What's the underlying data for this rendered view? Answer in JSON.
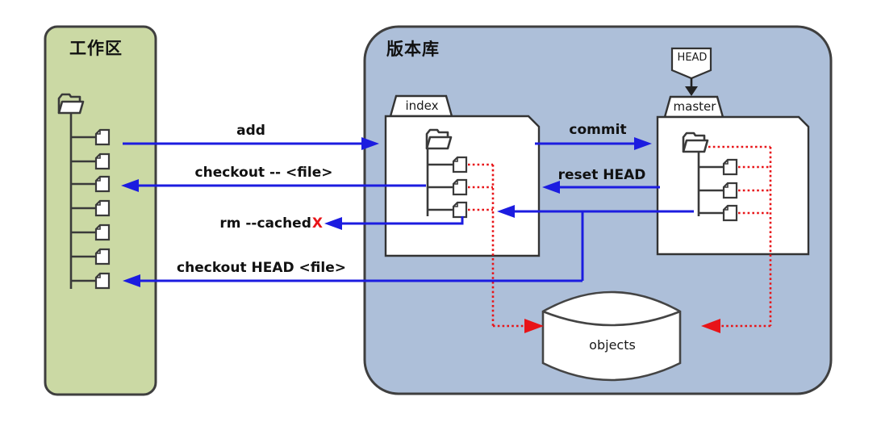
{
  "diagram": {
    "working_area": {
      "title": "工作区"
    },
    "repository": {
      "title": "版本库",
      "index_label": "index",
      "master_label": "master",
      "head_label": "HEAD",
      "objects_label": "objects"
    },
    "commands": {
      "add": "add",
      "checkout_file": "checkout -- <file>",
      "rm_cached": "rm --cached",
      "rm_cached_x": "X",
      "checkout_head_file": "checkout HEAD <file>",
      "commit": "commit",
      "reset_head": "reset HEAD"
    },
    "colors": {
      "working_area_fill": "#cbd9a4",
      "repository_fill": "#adbfd9",
      "arrow_blue": "#1c1ce0",
      "dotted_red": "#e81418",
      "outline": "#3f3f3f"
    }
  }
}
